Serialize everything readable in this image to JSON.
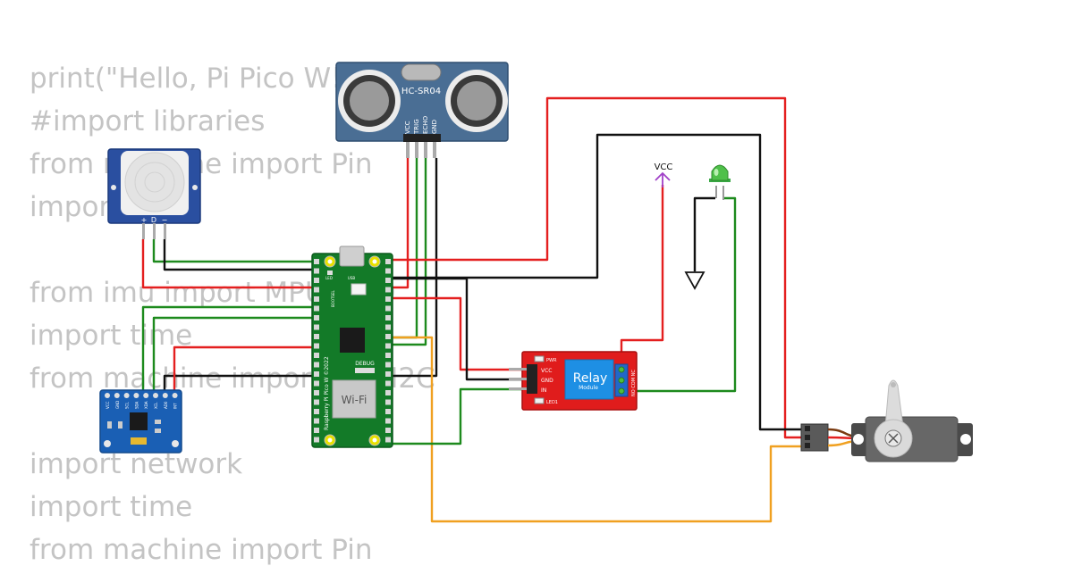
{
  "code_lines": [
    "print(\"Hello, Pi Pico W!\")",
    "#import libraries",
    "from machine import Pin",
    "import time",
    "",
    "from imu import MPU6050",
    "import time",
    "from machine import Pin, I2C",
    "",
    "import network",
    "import time",
    "from machine import Pin"
  ],
  "components": {
    "ultrasonic": {
      "label": "HC-SR04",
      "pins": [
        "VCC",
        "TRIG",
        "ECHO",
        "GND"
      ]
    },
    "pir": {
      "pins": [
        "+",
        "D",
        "−"
      ]
    },
    "pico": {
      "model": "Raspberry Pi Pico W ©2022",
      "chip": "Wi-Fi",
      "debug": "DEBUG",
      "led": "LED",
      "usb": "USB",
      "bootsel": "BOOTSEL"
    },
    "relay": {
      "title": "Relay",
      "subtitle": "Module",
      "pins": [
        "VCC",
        "GND",
        "IN"
      ],
      "led_pwr": "PWR",
      "led_1": "LED1",
      "terminals": "NO COM NC"
    },
    "vcc": {
      "label": "VCC"
    },
    "imu": {
      "pins": [
        "INT",
        "AD0",
        "XCL",
        "XDA",
        "SDA",
        "SCL",
        "GND",
        "VCC"
      ]
    }
  },
  "colors": {
    "wire_red": "#e41f1f",
    "wire_black": "#111111",
    "wire_green": "#1d8a1d",
    "wire_orange": "#f0a020",
    "vcc_purple": "#a040c8"
  }
}
